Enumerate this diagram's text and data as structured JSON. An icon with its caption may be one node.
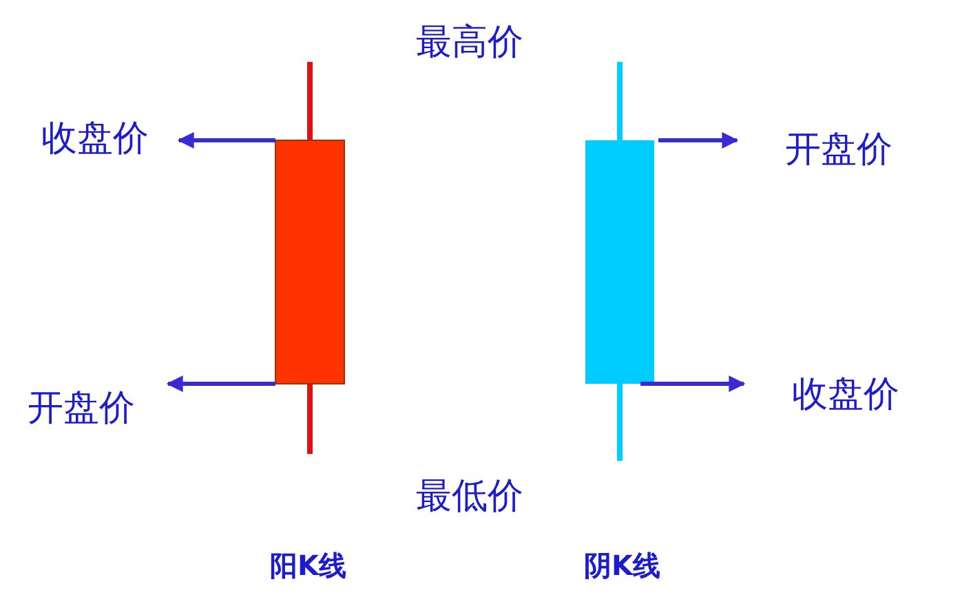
{
  "diagram": {
    "nodes": [
      {
        "text": [
          "收盘价"
        ]
      },
      {
        "text": [],
        "shape": "bar"
      },
      {
        "text": [],
        "shape": "bar"
      },
      {
        "text": [
          "开盘价"
        ]
      },
      {
        "text": [
          "开盘价"
        ]
      },
      {
        "text": [
          "收盘价"
        ]
      }
    ],
    "edges": [
      {
        "from": 1,
        "to": 0,
        "arrow": "to"
      },
      {
        "from": 2,
        "to": 3,
        "arrow": "to"
      },
      {
        "from": 1,
        "to": 4,
        "arrow": "to"
      },
      {
        "from": 2,
        "to": 5,
        "arrow": "to"
      }
    ],
    "labels": [
      "最高价",
      "最低价",
      "阳K线",
      "阴K线"
    ]
  }
}
